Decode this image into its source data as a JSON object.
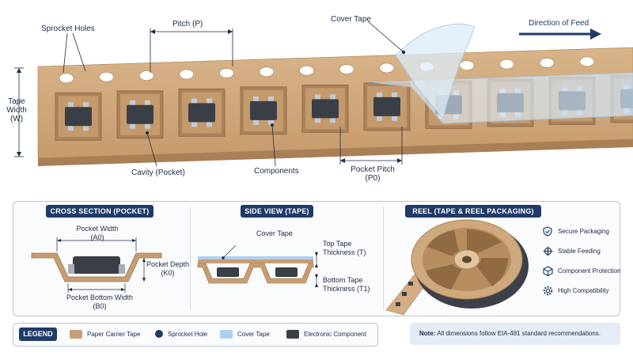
{
  "top_labels": {
    "sprocket_holes": "Sprocket Holes",
    "pitch": "Pitch (P)",
    "cover_tape": "Cover Tape",
    "direction": "Direction of Feed",
    "tape_width_1": "Tape",
    "tape_width_2": "Width",
    "tape_width_3": "(W)",
    "cavity": "Cavity (Pocket)",
    "components": "Components",
    "pocket_pitch_1": "Pocket Pitch",
    "pocket_pitch_2": "(P0)"
  },
  "cross_section": {
    "title": "CROSS SECTION (POCKET)",
    "pocket_width_1": "Pocket Width",
    "pocket_width_2": "(A0)",
    "pocket_depth_1": "Pocket Depth",
    "pocket_depth_2": "(K0)",
    "bottom_width_1": "Pocket Bottom Width",
    "bottom_width_2": "(B0)"
  },
  "side_view": {
    "title": "SIDE VIEW (TAPE)",
    "cover_tape": "Cover Tape",
    "top_thick_1": "Top Tape",
    "top_thick_2": "Thickness (T)",
    "bottom_thick_1": "Bottom Tape",
    "bottom_thick_2": "Thickness (T1)"
  },
  "reel": {
    "title": "REEL (TAPE & REEL PACKAGING)",
    "features": [
      {
        "icon": "shield-check-icon",
        "label": "Secure Packaging"
      },
      {
        "icon": "crosshair-icon",
        "label": "Stable Feeding"
      },
      {
        "icon": "cube-icon",
        "label": "Component Protection"
      },
      {
        "icon": "gear-icon",
        "label": "High Compatibility"
      }
    ]
  },
  "legend": {
    "title": "LEGEND",
    "items": [
      {
        "label": "Paper Carrier Tape",
        "color": "#c79e73"
      },
      {
        "label": "Sprocket Hole",
        "color": "#1f3b68"
      },
      {
        "label": "Cover Tape",
        "color": "#aed0ee"
      },
      {
        "label": "Electronic Component",
        "color": "#3a3f47"
      }
    ]
  },
  "note": {
    "prefix": "Note:",
    "text": "All dimensions follow EIA-481 standard recommendations."
  },
  "colors": {
    "navy": "#1f3b68",
    "paper": "#c79e73",
    "paper_dark": "#a97f55",
    "cover": "#bcdaf2",
    "component": "#3a3f47"
  }
}
